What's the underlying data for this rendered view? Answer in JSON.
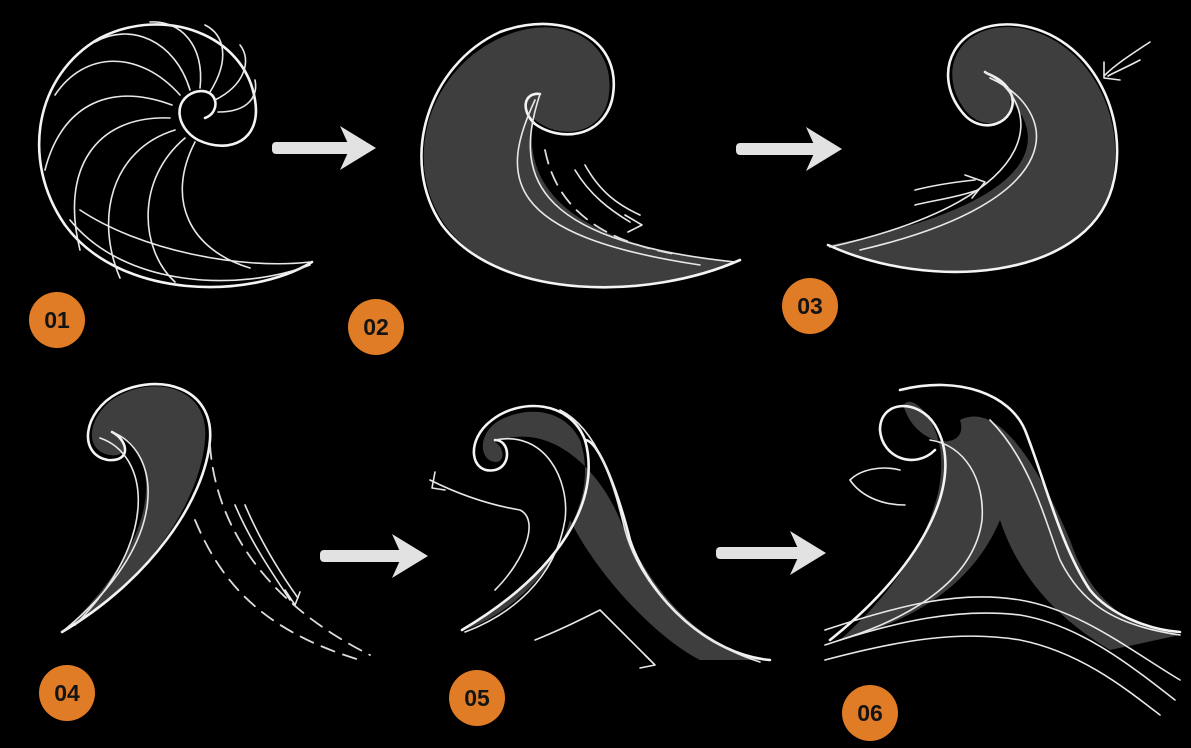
{
  "steps": [
    {
      "label": "01"
    },
    {
      "label": "02"
    },
    {
      "label": "03"
    },
    {
      "label": "04"
    },
    {
      "label": "05"
    },
    {
      "label": "06"
    }
  ],
  "colors": {
    "background": "#000000",
    "badge": "#e07b26",
    "sketch": "#f4f4f4",
    "arrow": "#e2e2e2"
  }
}
